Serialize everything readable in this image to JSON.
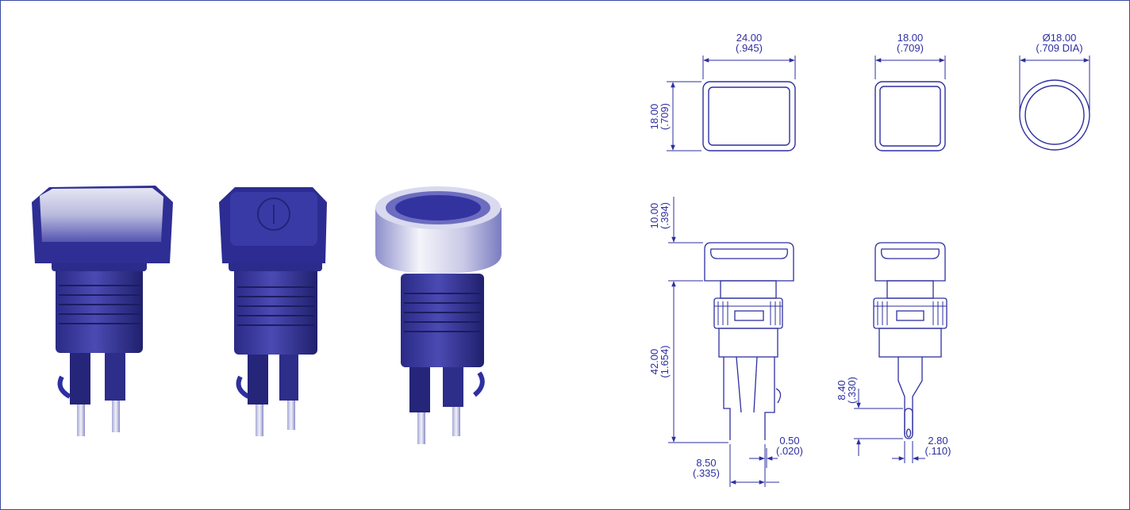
{
  "colors": {
    "ink": "#2e2fa0",
    "border": "#3a4aa0",
    "background": "#ffffff"
  },
  "photos": [
    {
      "name": "rectangular-pushbutton-photo"
    },
    {
      "name": "square-pushbutton-photo"
    },
    {
      "name": "round-pushbutton-photo"
    }
  ],
  "dimensions": {
    "rect_width": {
      "mm": "24.00",
      "in": "(.945)"
    },
    "rect_height": {
      "mm": "18.00",
      "in": "(.709)"
    },
    "square_width": {
      "mm": "18.00",
      "in": "(.709)"
    },
    "round_diameter": {
      "mm": "Ø18.00",
      "in": "(.709 DIA)"
    },
    "cap_height": {
      "mm": "10.00",
      "in": "(.394)"
    },
    "body_length": {
      "mm": "42.00",
      "in": "(1.654)"
    },
    "terminal_spacing": {
      "mm": "8.50",
      "in": "(.335)"
    },
    "terminal_thickness": {
      "mm": "0.50",
      "in": "(.020)"
    },
    "tab_length": {
      "mm": "8.40",
      "in": "(.330)"
    },
    "tab_width": {
      "mm": "2.80",
      "in": "(.110)"
    }
  }
}
